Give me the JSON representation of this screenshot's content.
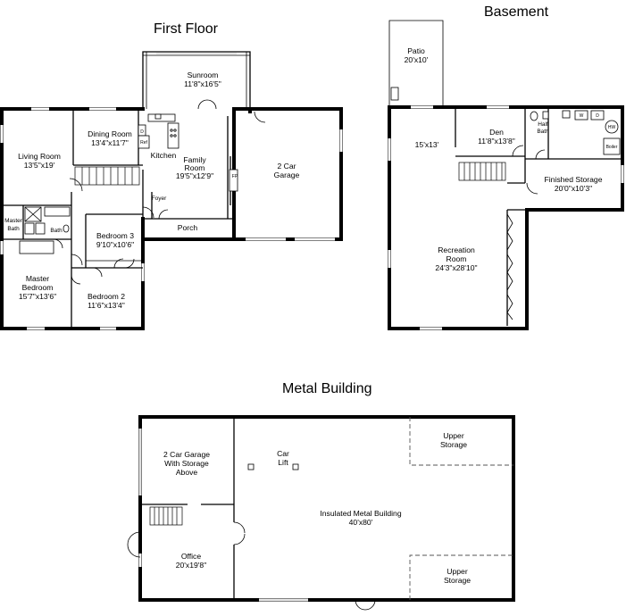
{
  "titles": {
    "first_floor": "First Floor",
    "basement": "Basement",
    "metal_building": "Metal Building"
  },
  "first_floor": {
    "sunroom": {
      "name": "Sunroom",
      "dims": "11'8\"x16'5\""
    },
    "dining_room": {
      "name": "Dining Room",
      "dims": "13'4\"x11'7\""
    },
    "living_room": {
      "name": "Living Room",
      "dims": "13'5\"x19'"
    },
    "kitchen": {
      "name": "Kitchen"
    },
    "family_room": {
      "name": "Family",
      "name2": "Room",
      "dims": "19'5\"x12'9\""
    },
    "garage": {
      "name": "2 Car",
      "name2": "Garage"
    },
    "foyer": {
      "name": "Foyer"
    },
    "porch": {
      "name": "Porch"
    },
    "master_bath": {
      "name": "Master",
      "name2": "Bath"
    },
    "bath": {
      "name": "Bath"
    },
    "bedroom3": {
      "name": "Bedroom 3",
      "dims": "9'10\"x10'6\""
    },
    "master_bedroom": {
      "name": "Master",
      "name2": "Bedroom",
      "dims": "15'7\"x13'6\""
    },
    "bedroom2": {
      "name": "Bedroom 2",
      "dims": "11'6\"x13'4\""
    },
    "fixtures": {
      "d": "D",
      "ref": "Ref",
      "fp": "FP"
    }
  },
  "basement": {
    "patio": {
      "name": "Patio",
      "dims": "20'x10'"
    },
    "unnamed_room": {
      "dims": "15'x13'"
    },
    "den": {
      "name": "Den",
      "dims": "11'8\"x13'8\""
    },
    "half_bath": {
      "name": "Half",
      "name2": "Bath"
    },
    "finished_storage": {
      "name": "Finished Storage",
      "dims": "20'0\"x10'3\""
    },
    "recreation_room": {
      "name": "Recreation",
      "name2": "Room",
      "dims": "24'3\"x28'10\""
    },
    "fixtures": {
      "w": "W",
      "d": "D",
      "hw": "HW",
      "boiler": "Boiler"
    }
  },
  "metal_building": {
    "garage_storage": {
      "line1": "2 Car Garage",
      "line2": "With Storage",
      "line3": "Above"
    },
    "car_lift": {
      "line1": "Car",
      "line2": "Lift"
    },
    "upper_storage_top": {
      "line1": "Upper",
      "line2": "Storage"
    },
    "insulated": {
      "name": "Insulated Metal Building",
      "dims": "40'x80'"
    },
    "office": {
      "name": "Office",
      "dims": "20'x19'8\""
    },
    "upper_storage_bottom": {
      "line1": "Upper",
      "line2": "Storage"
    }
  }
}
